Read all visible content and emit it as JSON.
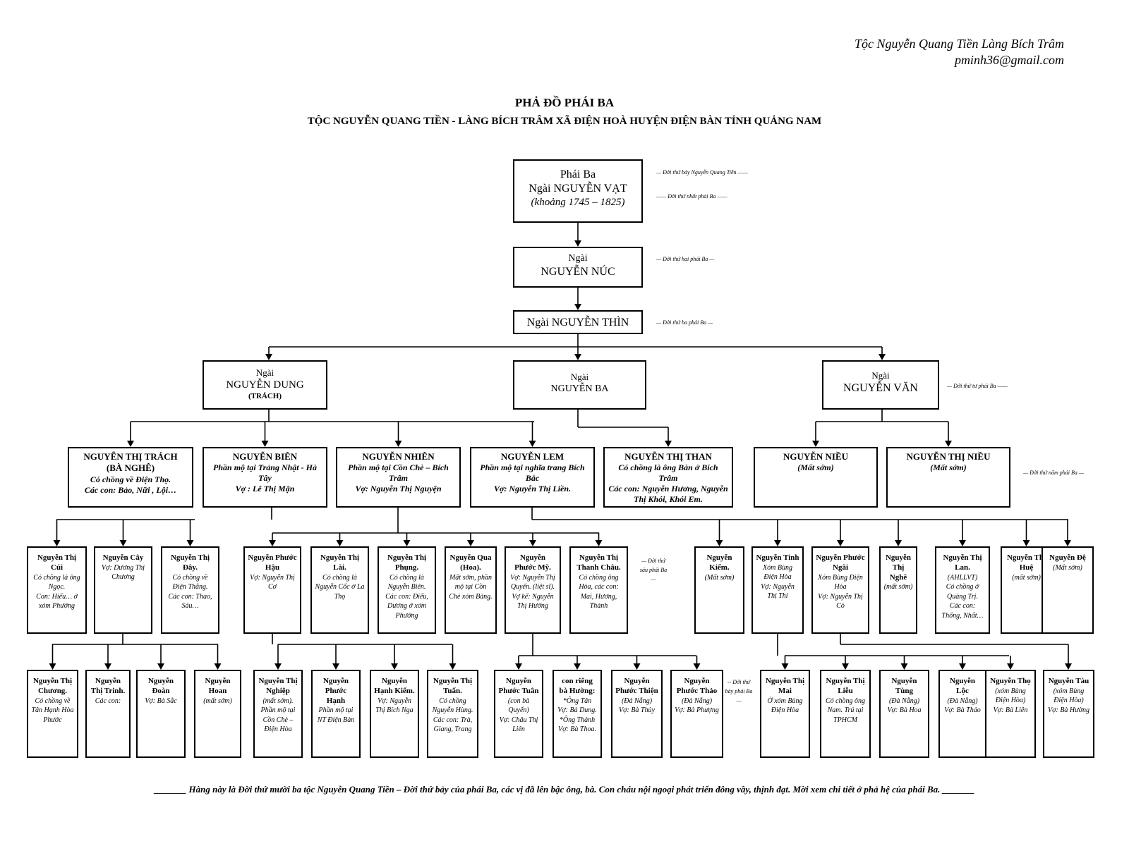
{
  "header": {
    "line1": "Tộc Nguyễn Quang Tiền Làng Bích Trâm",
    "line2": "pminh36@gmail.com"
  },
  "title": {
    "main": "PHẢ ĐỒ PHÁI BA",
    "sub": "TỘC NGUYỄN QUANG TIỀN - LÀNG BÍCH TRÂM XÃ ĐIỆN HOÀ HUYỆN ĐIỆN BÀN TỈNH QUẢNG NAM"
  },
  "root": {
    "line1": "Phái Ba",
    "line2": "Ngài NGUYỄN VẠT",
    "line3": "(khoảng 1745 – 1825)"
  },
  "g2": {
    "line1": "Ngài",
    "line2": "NGUYỄN NÚC"
  },
  "g3": {
    "line1": "Ngài NGUYỄN THÌN"
  },
  "g4": {
    "dung": {
      "line1": "Ngài",
      "line2": "NGUYỄN DUNG",
      "line3": "(TRÁCH)"
    },
    "ba": {
      "line1": "Ngài",
      "line2": "NGUYỄN BA"
    },
    "van": {
      "line1": "Ngài",
      "line2": "NGUYỄN VĂN"
    }
  },
  "g5": [
    {
      "name": "NGUYỄN THỊ TRÁCH\n(BÀ NGHÊ)",
      "desc": "Có chồng về Điện Thọ.\nCác con: Bảo, Nữi , Lội…"
    },
    {
      "name": "NGUYỄN BIÊN",
      "desc": "Phần mộ tại Trảng Nhật - Hà Tây\nVợ : Lê Thị Mận"
    },
    {
      "name": "NGUYỄN NHIÊN",
      "desc": "Phần mộ tại Cồn Chè – Bích Trâm\nVợ: Nguyễn Thị Nguyện"
    },
    {
      "name": "NGUYỄN LEM",
      "desc": "Phần mộ tại nghĩa trang Bích Bắc\nVợ: Nguyễn Thị Liền."
    },
    {
      "name": "NGUYỄN THỊ THAN",
      "desc": "Có chồng là ông Bàn ở Bích Trâm\nCác con: Nguyễn Hương, Nguyễn Thị Khói, Khói Em."
    },
    {
      "name": "NGUYỄN NIỀU",
      "desc": "(Mất sớm)"
    },
    {
      "name": "NGUYỄN THỊ NIỀU",
      "desc": "(Mất sớm)"
    }
  ],
  "g6": [
    {
      "name": "Nguyễn Thị Cúi",
      "desc": "Có chồng là ông Ngọc.\nCon: Hiếu… ở xóm Phường"
    },
    {
      "name": "Nguyễn Cây",
      "desc": "Vợ: Dương Thị Chương"
    },
    {
      "name": "Nguyễn Thị Đây.",
      "desc": "Có chồng về Điện Thắng.\nCác con: Thao, Sáu…"
    },
    {
      "name": "Nguyễn Phước Hậu",
      "desc": "Vợ: Nguyễn Thị Cơ"
    },
    {
      "name": "Nguyễn Thị Lài.",
      "desc": "Có chồng là Nguyễn Cốc ở La Thọ"
    },
    {
      "name": "Nguyễn Thị Phụng.",
      "desc": "Có chồng là Nguyễn Biên. Các con: Điểu, Dương ở xóm Phường"
    },
    {
      "name": "Nguyễn Qua (Hoa).",
      "desc": "Mất sớm, phần mộ tại Cồn Chè xóm Bàng."
    },
    {
      "name": "Nguyễn Phước Mỹ.",
      "desc": "Vợ: Nguyễn Thị Quyến. (liệt sĩ).\nVợ kế: Nguyễn Thị Hường"
    },
    {
      "name": "Nguyễn Thị Thanh Châu.",
      "desc": "Có chồng ông Hòa, các con: Mai, Hương, Thành"
    },
    {
      "name": "Nguyễn Kiểm.",
      "desc": "(Mất sớm)"
    },
    {
      "name": "Nguyễn Tinh",
      "desc": "Xóm Bùng Điện Hòa\nVợ: Nguyễn Thị Thí"
    },
    {
      "name": "Nguyễn Phước Ngãi",
      "desc": "Xóm Bùng Điện Hòa\nVợ: Nguyễn Thị Cò"
    },
    {
      "name": "Nguyễn Thị Nghê",
      "desc": "(mất sớm)"
    },
    {
      "name": "Nguyễn Thị Lan.",
      "desc": "(AHLLVT)\nCó chồng ở Quảng Trị.\nCác con: Thống, Nhất…"
    },
    {
      "name": "Nguyễn Thị Huệ",
      "desc": "(mất sớm)"
    },
    {
      "name": "Nguyễn Đệ",
      "desc": "(Mất sớm)"
    }
  ],
  "g7": [
    {
      "name": "Nguyễn Thị Chương.",
      "desc": "Có chồng về Tân Hạnh Hòa Phước"
    },
    {
      "name": "Nguyễn Thị Trinh.",
      "desc": "Các con:"
    },
    {
      "name": "Nguyễn Đoàn",
      "desc": "Vợ: Bà Sắc"
    },
    {
      "name": "Nguyễn Hoan",
      "desc": "(mất sớm)"
    },
    {
      "name": "Nguyễn Thị Nghiệp",
      "desc": "(mất sớm).\nPhần mộ tại Cồn Chè – Điện Hòa"
    },
    {
      "name": "Nguyễn Phước Hạnh",
      "desc": "Phần mộ tại NT Điện Bàn"
    },
    {
      "name": "Nguyễn Hạnh Kiểm.",
      "desc": "Vợ: Nguyễn Thị Bích Nga"
    },
    {
      "name": "Nguyễn Thị Tuấn.",
      "desc": "Có chồng Nguyễn Hùng. Các con: Trà, Giang, Trang"
    },
    {
      "name": "Nguyễn Phước Tuân",
      "desc": "(con bà Quyến)\nVợ: Châu Thị Liên"
    },
    {
      "name": "con riêng bà Hường:",
      "desc": "*Ông Tân\nVợ: Bà Dung.\n*Ông Thành\nVợ: Bà Thoa."
    },
    {
      "name": "Nguyễn Phước Thiện",
      "desc": "(Đà Nẵng)\nVợ: Bà Thủy"
    },
    {
      "name": "Nguyễn Phước Thảo",
      "desc": "(Đà Nẵng)\nVợ: Bà Phượng"
    },
    {
      "name": "Nguyễn Thị Mai",
      "desc": "Ở xóm Bùng Điện Hòa"
    },
    {
      "name": "Nguyễn Thị Liễu",
      "desc": "Có chồng ông Nam. Trú tại TPHCM"
    },
    {
      "name": "Nguyễn Tùng",
      "desc": "(Đà Nẵng)\nVợ: Bà Hoa"
    },
    {
      "name": "Nguyễn Lộc",
      "desc": "(Đà Nẵng)\nVợ: Bà Thảo"
    },
    {
      "name": "Nguyễn Thọ",
      "desc": "(xóm Bùng Điện Hòa)\nVợ: Bà Liên"
    },
    {
      "name": "Nguyễn Tàu",
      "desc": "(xóm Bùng Điện Hòa)\nVợ: Bà Hường"
    }
  ],
  "notes": {
    "n_root1": "— Đời thứ bảy Nguyễn Quang Tiền ——",
    "n_root2": "—— Đời thứ nhất phái Ba ——",
    "n_g2": "— Đời thứ hai phái Ba —",
    "n_g3": "— Đời thứ ba phái Ba —",
    "n_g4": "— Đời thứ tư phái Ba ——",
    "n_g5": "— Đời thứ năm phái Ba —",
    "n_g6": "— Đời thứ sáu phái Ba —",
    "n_g7": "-- Đời thứ bảy phái Ba —"
  },
  "footer": "_______ Hàng này là Đời thứ mười ba tộc Nguyễn Quang Tiền – Đời thứ bảy của phái Ba, các vị đã lên bậc ông, bà. Con cháu nội ngoại phát triển đông vầy, thịnh đạt. Mời xem chi tiết ở phả hệ của phái Ba. _______"
}
